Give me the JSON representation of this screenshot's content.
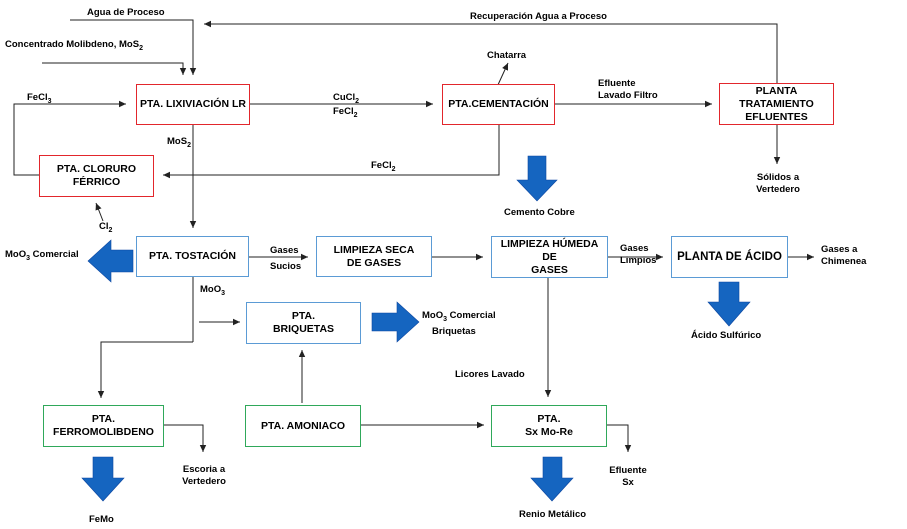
{
  "colors": {
    "red": "#e2262c",
    "blue": "#5b9bd5",
    "green": "#2fa85a",
    "arrow_fill": "#1565c0",
    "line": "#222222"
  },
  "nodes": {
    "lixiviacion": "PTA. LIXIVIACIÓN  LR",
    "cementacion": "PTA.CEMENTACIÓN",
    "tratamiento": "PLANTA\nTRATAMIENTO\nEFLUENTES",
    "cloruro": "PTA. CLORURO\nFÉRRICO",
    "tostacion": "PTA. TOSTACIÓN",
    "limpieza_seca": "LIMPIEZA SECA\nDE GASES",
    "limpieza_humeda": "LIMPIEZA HÚMEDA DE\nGASES",
    "acido": "PLANTA DE ÁCIDO",
    "briquetas": "PTA.\nBRIQUETAS",
    "ferromolibdeno": "PTA.\nFERROMOLIBDENO",
    "amoniaco": "PTA. AMONIACO",
    "sx": "PTA.\nSx Mo-Re"
  },
  "labels": {
    "agua_proceso": "Agua de Proceso",
    "recuperacion_agua": "Recuperación Agua a Proceso",
    "concentrado_prefix": "Concentrado Molibdeno, MoS",
    "concentrado_sub": "2",
    "fecl3_prefix": "FeCl",
    "fecl3_sub": "3",
    "cucl2_prefix": "CuCl",
    "cucl2_sub": "2",
    "fecl2_a_prefix": "FeCl",
    "fecl2_a_sub": "2",
    "fecl2_b_prefix": "FeCl",
    "fecl2_b_sub": "2",
    "chatarra": "Chatarra",
    "efluente_lavado": "Efluente\nLavado Filtro",
    "solidos": "Sólidos a\nVertedero",
    "mos2_prefix": "MoS",
    "mos2_sub": "2",
    "cl2_prefix": "Cl",
    "cl2_sub": "2",
    "cemento": "Cemento Cobre",
    "moo3_com_prefix": "MoO",
    "moo3_com_sub": "3",
    "moo3_com_suffix": " Comercial",
    "gases_sucios": "Gases\nSucios",
    "gases_limpios": "Gases\nLimpios",
    "gases_chimenea": "Gases a\nChimenea",
    "moo3_prefix": "MoO",
    "moo3_sub": "3",
    "moo3_brq_prefix": "MoO",
    "moo3_brq_sub": "3",
    "moo3_brq_suffix": " Comercial",
    "briquetas_out": "Briquetas",
    "acido_sulfurico": "Ácido Sulfúrico",
    "licores": "Licores Lavado",
    "escoria": "Escoria a\nVertedero",
    "fem": "FeMo",
    "renio": "Renio Metálico",
    "efluente_sx": "Efluente\nSx"
  }
}
